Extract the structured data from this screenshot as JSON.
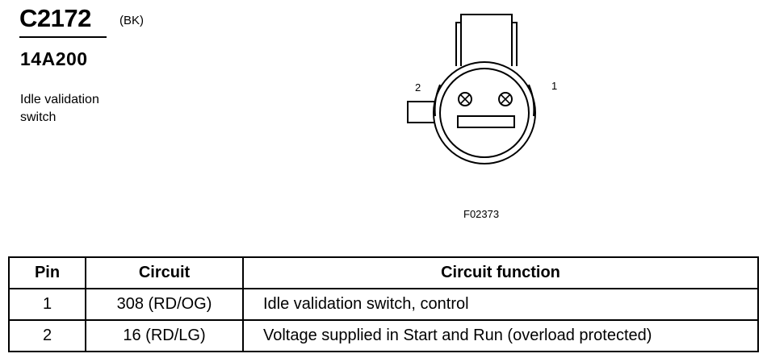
{
  "connector": {
    "id": "C2172",
    "color_code": "(BK)",
    "part_number": "14A200",
    "description_lines": [
      "Idle validation",
      "switch"
    ]
  },
  "diagram": {
    "pin_labels": [
      "2",
      "1"
    ],
    "figure_id": "F02373"
  },
  "table": {
    "headers": [
      "Pin",
      "Circuit",
      "Circuit function"
    ],
    "rows": [
      {
        "pin": "1",
        "circuit": "308 (RD/OG)",
        "function": "Idle validation switch, control"
      },
      {
        "pin": "2",
        "circuit": "16 (RD/LG)",
        "function": "Voltage supplied in Start and Run (overload protected)"
      }
    ]
  }
}
